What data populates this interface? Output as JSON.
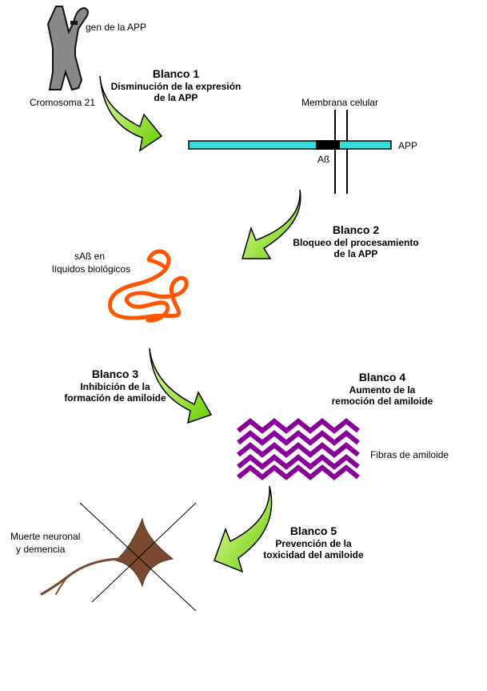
{
  "labels": {
    "gene": "gen de la APP",
    "chromosome": "Cromosoma 21",
    "membrane": "Membrana celular",
    "app": "APP",
    "abeta": "Aß",
    "sabeta_1": "sAß en",
    "sabeta_2": "líquidos biológicos",
    "fibrils": "Fibras de amiloide",
    "death_1": "Muerte neuronal",
    "death_2": "y demencia"
  },
  "targets": [
    {
      "title": "Blanco 1",
      "line1": "Disminución de la expresión",
      "line2": "de la APP"
    },
    {
      "title": "Blanco 2",
      "line1": "Bloqueo del procesamiento",
      "line2": "de la APP"
    },
    {
      "title": "Blanco 3",
      "line1": "Inhibición de la",
      "line2": "formación de amiloide"
    },
    {
      "title": "Blanco 4",
      "line1": "Aumento de la",
      "line2": "remoción del amiloide"
    },
    {
      "title": "Blanco 5",
      "line1": "Prevención de la",
      "line2": "toxicidad del amiloide"
    }
  ],
  "colors": {
    "chromosome": "#888888",
    "arrow_light": "#eeffaa",
    "arrow_dark": "#66cc00",
    "app_bar": "#33dddd",
    "abeta_segment": "#000000",
    "soluble_abeta": "#ff5500",
    "fibrils": "#880099",
    "neuron": "#7a4a30"
  }
}
